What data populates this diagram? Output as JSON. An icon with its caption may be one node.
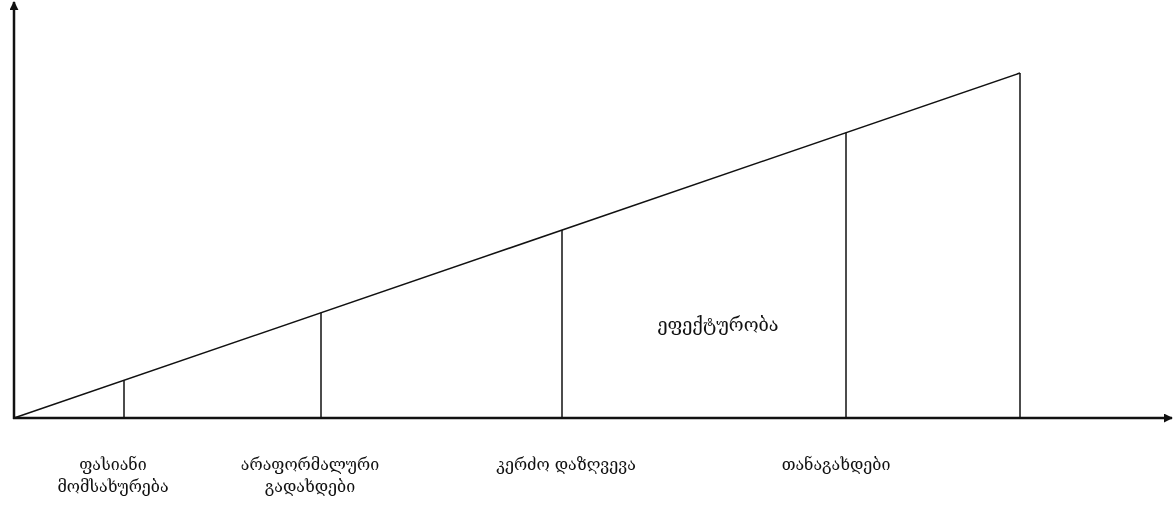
{
  "diagram": {
    "labels": [
      "ფასიანი მომსახურება",
      "არაფორმალური გადახდები",
      "კერძო დაზღვევა",
      "ეფექტურობა",
      "თანაგახდები"
    ]
  }
}
